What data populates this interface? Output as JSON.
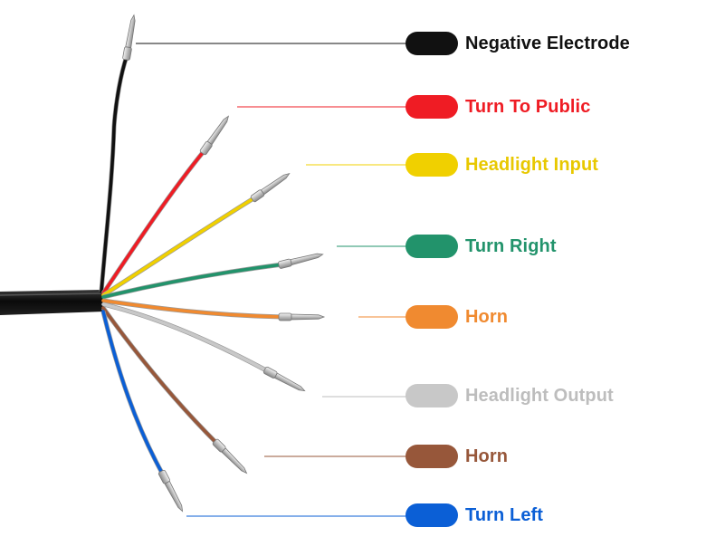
{
  "wires": [
    {
      "label": "Negative Electrode",
      "color": "#111111",
      "text_color": "#111111"
    },
    {
      "label": "Turn To Public",
      "color": "#ef1c24",
      "text_color": "#ef1c24"
    },
    {
      "label": "Headlight Input",
      "color": "#f0d000",
      "text_color": "#e8c800"
    },
    {
      "label": "Turn Right",
      "color": "#22936b",
      "text_color": "#22936b"
    },
    {
      "label": "Horn",
      "color": "#f08a30",
      "text_color": "#f08a30"
    },
    {
      "label": "Headlight Output",
      "color": "#c8c8c8",
      "text_color": "#bdbdbd"
    },
    {
      "label": "Horn",
      "color": "#97573a",
      "text_color": "#97573a"
    },
    {
      "label": "Turn Left",
      "color": "#0b5fd6",
      "text_color": "#0b5fd6"
    }
  ],
  "cable_color": "#111111",
  "terminal_icon": "pin-terminal-icon"
}
